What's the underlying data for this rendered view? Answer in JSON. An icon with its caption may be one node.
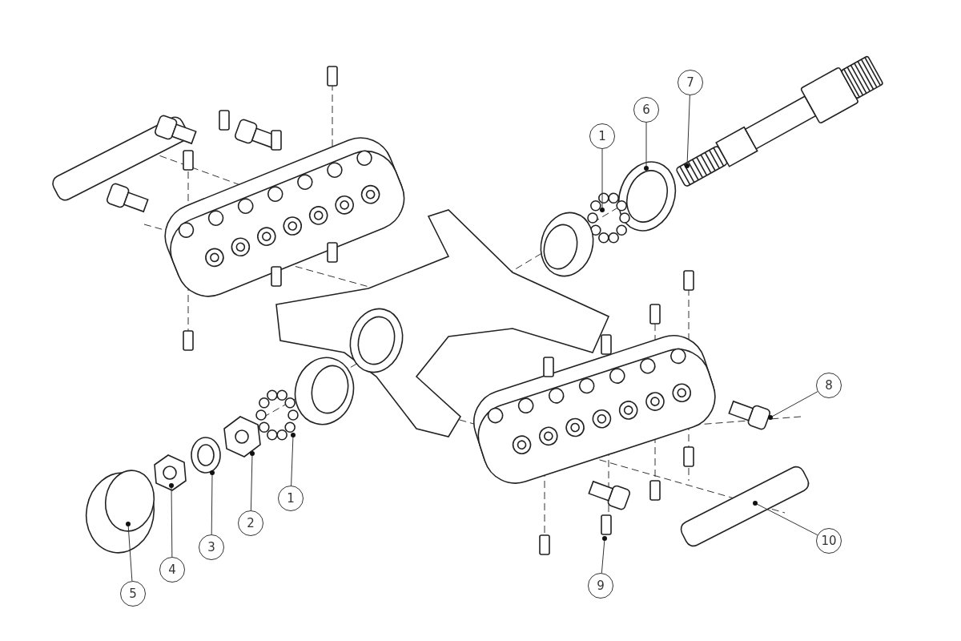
{
  "diagram": {
    "nodes": [
      {
        "text": [
          "1"
        ]
      },
      {
        "text": [
          "6"
        ]
      },
      {
        "text": [
          "7"
        ]
      },
      {
        "text": [
          "8"
        ]
      },
      {
        "text": [
          "10"
        ]
      },
      {
        "text": [
          "9"
        ]
      },
      {
        "text": [
          "1"
        ]
      },
      {
        "text": [
          "2"
        ]
      },
      {
        "text": [
          "3"
        ]
      },
      {
        "text": [
          "4"
        ]
      },
      {
        "text": [
          "5"
        ]
      }
    ],
    "edges": [
      {
        "from": 0,
        "to": null,
        "arrow": "other"
      },
      {
        "from": 1,
        "to": null,
        "arrow": "other"
      },
      {
        "from": 2,
        "to": null,
        "arrow": "other"
      },
      {
        "from": 3,
        "to": null,
        "arrow": "other"
      },
      {
        "from": 4,
        "to": null,
        "arrow": "other"
      },
      {
        "from": 5,
        "to": null,
        "arrow": "other"
      },
      {
        "from": 6,
        "to": null,
        "arrow": "other"
      },
      {
        "from": 7,
        "to": null,
        "arrow": "other"
      },
      {
        "from": 8,
        "to": null,
        "arrow": "other"
      },
      {
        "from": 9,
        "to": null,
        "arrow": "other"
      },
      {
        "from": 10,
        "to": null,
        "arrow": "other"
      }
    ]
  }
}
